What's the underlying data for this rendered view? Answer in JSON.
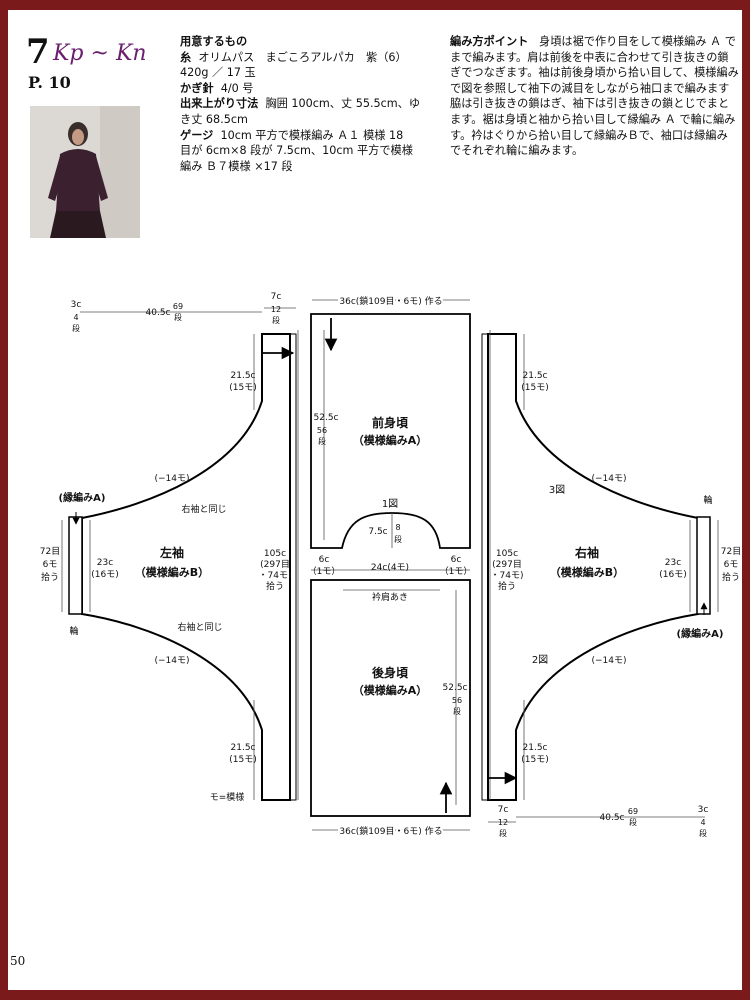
{
  "header": {
    "number": "7",
    "brand": "Kp ~ Kn",
    "page_ref": "P. 10"
  },
  "materials": {
    "heading": "用意するもの",
    "yarn_label": "糸",
    "yarn": "オリムパス　まごころアルパカ　紫（6）",
    "yarn_amount": "420g ／ 17 玉",
    "hook_label": "かぎ針",
    "hook": "4/0 号",
    "size_label": "出来上がり寸法",
    "size_1": "胸囲 100cm、丈 55.5cm、ゆ",
    "size_2": "き丈 68.5cm",
    "gauge_label": "ゲージ",
    "gauge_1": "10cm 平方で模様編み Ａ１ 模様 18",
    "gauge_2": "目が 6cm×8 段が 7.5cm、10cm 平方で模様",
    "gauge_3": "編み Ｂ７模様 ×17 段"
  },
  "points": {
    "heading": "編み方ポイント",
    "line_1": "身頃は裾で作り目をして模様編み Ａ で",
    "line_2": "まで編みます。肩は前後を中表に合わせて引き抜きの鎖",
    "line_3": "ぎでつなぎます。袖は前後身頃から拾い目して、模様編み",
    "line_4": "で図を参照して袖下の減目をしながら袖口まで編みます",
    "line_5": "脇は引き抜きの鎖はぎ、袖下は引き抜きの鎖とじでまと",
    "line_6": "ます。裾は身頃と袖から拾い目して縁編み Ａ で輪に編み",
    "line_7": "す。衿はぐりから拾い目して縁編みＢで、袖口は縁編み",
    "line_8": "でそれぞれ輪に編みます。"
  },
  "diagram": {
    "front_title": "前身頃",
    "front_pattern": "（模様編みA）",
    "back_title": "後身頃",
    "back_pattern": "（模様編みA）",
    "left_sleeve_title": "左袖",
    "left_sleeve_pattern": "（模様編みB）",
    "right_sleeve_title": "右袖",
    "right_sleeve_pattern": "（模様編みB）",
    "width_top": "36c(鎖109目・6モ) 作る",
    "width_bottom": "36c(鎖109目・6モ) 作る",
    "shoulder_w": "6c",
    "shoulder_m": "（1モ）",
    "neck_w": "24c(4モ)",
    "neck_depth": "7.5c",
    "neck_rows": "8",
    "neck_rows_unit": "段",
    "fig1": "1図",
    "fig2": "2図",
    "fig3": "3図",
    "same_as_right": "右袖と同じ",
    "neck_opening": "衿肩あき",
    "body_len": "52.5c",
    "body_rows": "56",
    "body_rows_unit": "段",
    "left_w": "40.5c",
    "left_rows": "69",
    "left_rows_unit": "段",
    "cuff_len": "3c",
    "cuff_rows": "4",
    "cuff_unit": "段",
    "side_len": "7c",
    "side_rows": "12",
    "side_unit": "段",
    "armhole": "21.5c",
    "armhole_m": "(15モ)",
    "dec": "(−14モ)",
    "edge_a": "(縁編みA)",
    "sleeve_w": "23c",
    "sleeve_m": "(16モ)",
    "pick_72": "72目",
    "pick_6": "6モ",
    "pick_word": "拾う",
    "ring": "輪",
    "hem": "105c",
    "hem_2": "(297目",
    "hem_3": "・74モ)",
    "hem_4": "拾う",
    "mo_note": "モ=模様"
  },
  "footer": {
    "page_number": "50"
  }
}
